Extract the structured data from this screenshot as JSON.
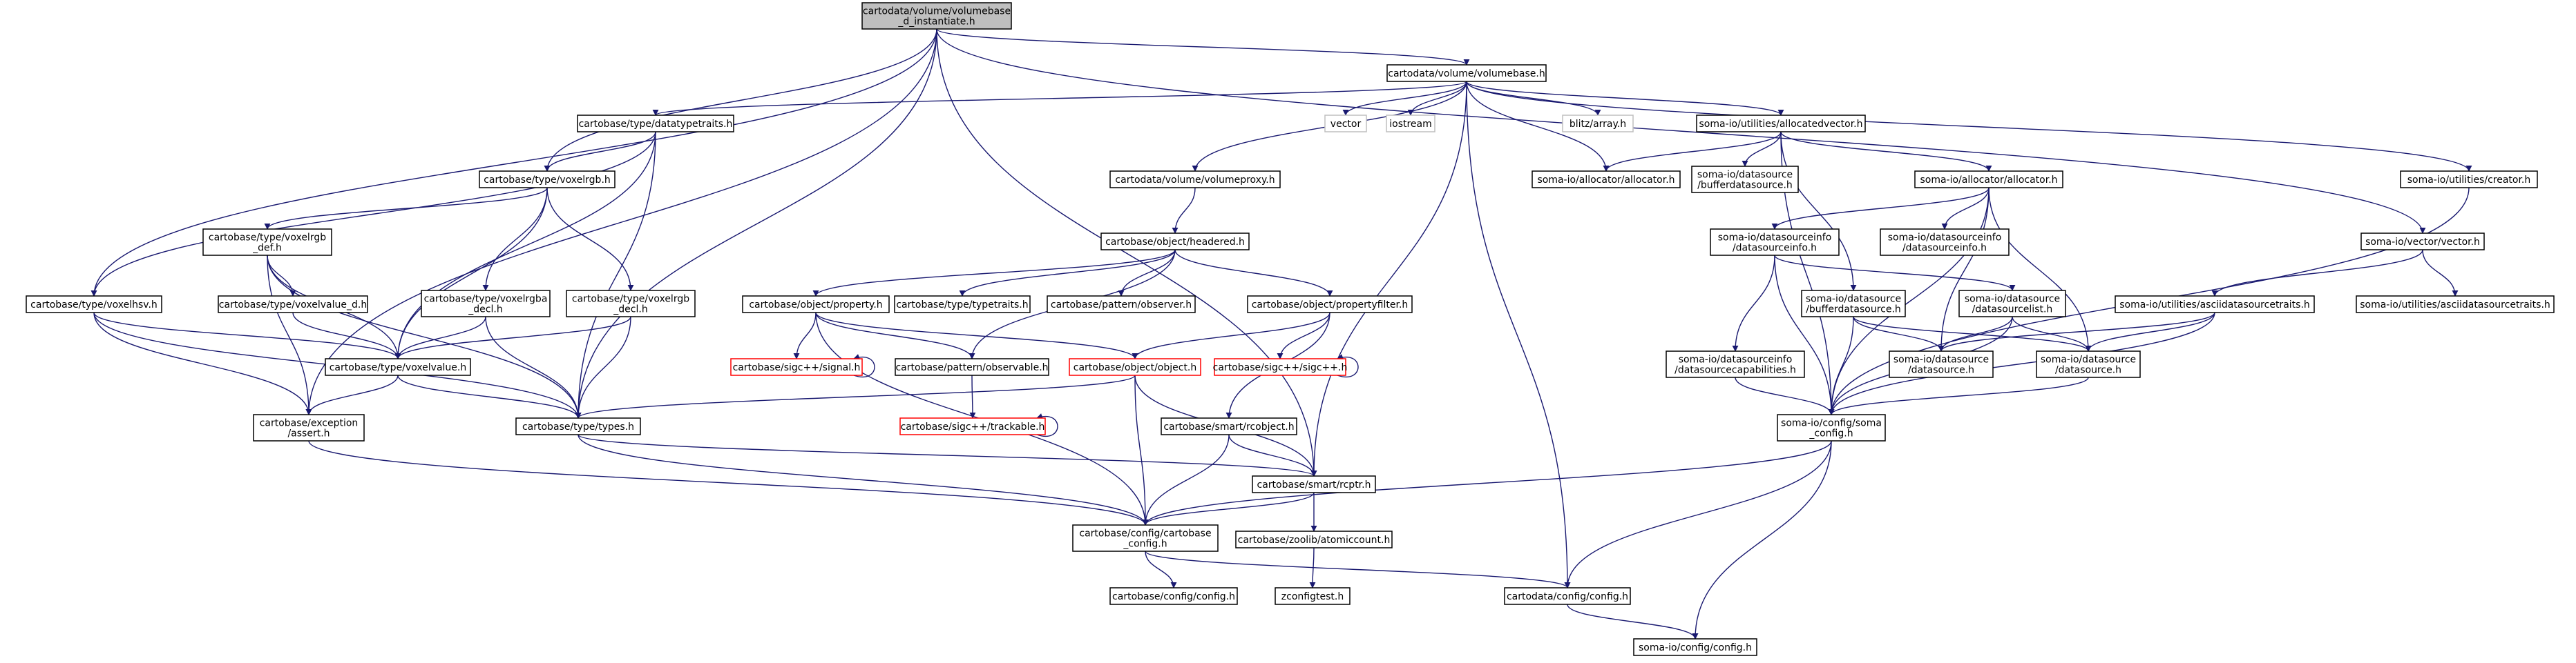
{
  "colors": {
    "edge": "#191970",
    "node_border": "#000000",
    "root_fill": "#bfbfbf",
    "node_fill": "#ffffff",
    "truncated_border": "#ff0000",
    "system_header_border": "#bfbfbf"
  },
  "nodes": [
    {
      "id": "root",
      "lines": [
        "cartodata/volume/volumebase",
        "_d_instantiate.h"
      ],
      "style": "root"
    },
    {
      "id": "volumebase",
      "lines": [
        "cartodata/volume/volumebase.h"
      ],
      "style": "normal"
    },
    {
      "id": "datatypetraits",
      "lines": [
        "cartobase/type/datatypetraits.h"
      ],
      "style": "normal"
    },
    {
      "id": "vector_std",
      "lines": [
        "vector"
      ],
      "style": "system"
    },
    {
      "id": "iostream",
      "lines": [
        "iostream"
      ],
      "style": "system"
    },
    {
      "id": "blitz",
      "lines": [
        "blitz/array.h"
      ],
      "style": "system"
    },
    {
      "id": "allocatedvector",
      "lines": [
        "soma-io/utilities/allocatedvector.h"
      ],
      "style": "normal"
    },
    {
      "id": "creator",
      "lines": [
        "soma-io/utilities/creator.h"
      ],
      "style": "normal"
    },
    {
      "id": "voxelrgb",
      "lines": [
        "cartobase/type/voxelrgb.h"
      ],
      "style": "normal"
    },
    {
      "id": "volumeproxy",
      "lines": [
        "cartodata/volume/volumeproxy.h"
      ],
      "style": "normal"
    },
    {
      "id": "alloc_a",
      "lines": [
        "soma-io/allocator/allocator.h"
      ],
      "style": "normal"
    },
    {
      "id": "bufferds_a",
      "lines": [
        "soma-io/datasource",
        "/bufferdatasource.h"
      ],
      "style": "normal"
    },
    {
      "id": "alloc_b",
      "lines": [
        "soma-io/allocator/allocator.h"
      ],
      "style": "normal"
    },
    {
      "id": "voxelrgb_def",
      "lines": [
        "cartobase/type/voxelrgb",
        "_def.h"
      ],
      "style": "normal"
    },
    {
      "id": "headered",
      "lines": [
        "cartobase/object/headered.h"
      ],
      "style": "normal"
    },
    {
      "id": "dsinfo_a",
      "lines": [
        "soma-io/datasourceinfo",
        "/datasourceinfo.h"
      ],
      "style": "normal"
    },
    {
      "id": "dsinfo_b",
      "lines": [
        "soma-io/datasourceinfo",
        "/datasourceinfo.h"
      ],
      "style": "normal"
    },
    {
      "id": "vectorh",
      "lines": [
        "soma-io/vector/vector.h"
      ],
      "style": "normal"
    },
    {
      "id": "voxelhsv",
      "lines": [
        "cartobase/type/voxelhsv.h"
      ],
      "style": "normal"
    },
    {
      "id": "voxelvalue_d",
      "lines": [
        "cartobase/type/voxelvalue_d.h"
      ],
      "style": "normal"
    },
    {
      "id": "voxelrgba_decl",
      "lines": [
        "cartobase/type/voxelrgba",
        "_decl.h"
      ],
      "style": "normal"
    },
    {
      "id": "voxelrgb_decl",
      "lines": [
        "cartobase/type/voxelrgb",
        "_decl.h"
      ],
      "style": "normal"
    },
    {
      "id": "property",
      "lines": [
        "cartobase/object/property.h"
      ],
      "style": "normal"
    },
    {
      "id": "typetraits",
      "lines": [
        "cartobase/type/typetraits.h"
      ],
      "style": "normal"
    },
    {
      "id": "observer",
      "lines": [
        "cartobase/pattern/observer.h"
      ],
      "style": "normal"
    },
    {
      "id": "propertyfilter",
      "lines": [
        "cartobase/object/propertyfilter.h"
      ],
      "style": "normal"
    },
    {
      "id": "bufferds_b",
      "lines": [
        "soma-io/datasource",
        "/bufferdatasource.h"
      ],
      "style": "normal"
    },
    {
      "id": "dslist",
      "lines": [
        "soma-io/datasource",
        "/datasourcelist.h"
      ],
      "style": "normal"
    },
    {
      "id": "asciitraits",
      "lines": [
        "soma-io/utilities/asciidatasourcetraits.h"
      ],
      "style": "normal"
    },
    {
      "id": "asciitraits2",
      "lines": [
        "soma-io/utilities/asciidatasourcetraits.h"
      ],
      "style": "normal"
    },
    {
      "id": "voxelvalue",
      "lines": [
        "cartobase/type/voxelvalue.h"
      ],
      "style": "normal"
    },
    {
      "id": "signal",
      "lines": [
        "cartobase/sigc++/signal.h"
      ],
      "style": "truncated"
    },
    {
      "id": "observable",
      "lines": [
        "cartobase/pattern/observable.h"
      ],
      "style": "normal"
    },
    {
      "id": "objecth",
      "lines": [
        "cartobase/object/object.h"
      ],
      "style": "truncated"
    },
    {
      "id": "sigc",
      "lines": [
        "cartobase/sigc++/sigc++.h"
      ],
      "style": "truncated"
    },
    {
      "id": "dscap",
      "lines": [
        "soma-io/datasourceinfo",
        "/datasourcecapabilities.h"
      ],
      "style": "normal"
    },
    {
      "id": "datasource_a",
      "lines": [
        "soma-io/datasource",
        "/datasource.h"
      ],
      "style": "normal"
    },
    {
      "id": "datasource_b",
      "lines": [
        "soma-io/datasource",
        "/datasource.h"
      ],
      "style": "normal"
    },
    {
      "id": "assert",
      "lines": [
        "cartobase/exception",
        "/assert.h"
      ],
      "style": "normal"
    },
    {
      "id": "types",
      "lines": [
        "cartobase/type/types.h"
      ],
      "style": "normal"
    },
    {
      "id": "trackable",
      "lines": [
        "cartobase/sigc++/trackable.h"
      ],
      "style": "truncated"
    },
    {
      "id": "rcobject",
      "lines": [
        "cartobase/smart/rcobject.h"
      ],
      "style": "normal"
    },
    {
      "id": "soma_config",
      "lines": [
        "soma-io/config/soma",
        "_config.h"
      ],
      "style": "normal"
    },
    {
      "id": "rcptr",
      "lines": [
        "cartobase/smart/rcptr.h"
      ],
      "style": "normal"
    },
    {
      "id": "atomiccount",
      "lines": [
        "cartobase/zoolib/atomiccount.h"
      ],
      "style": "normal"
    },
    {
      "id": "cartobase_config",
      "lines": [
        "cartobase/config/cartobase",
        "_config.h"
      ],
      "style": "normal"
    },
    {
      "id": "cartobase_configh",
      "lines": [
        "cartobase/config/config.h"
      ],
      "style": "normal"
    },
    {
      "id": "zconfigtest",
      "lines": [
        "zconfigtest.h"
      ],
      "style": "normal"
    },
    {
      "id": "cartodata_config",
      "lines": [
        "cartodata/config/config.h"
      ],
      "style": "normal"
    },
    {
      "id": "somaio_config",
      "lines": [
        "soma-io/config/config.h"
      ],
      "style": "normal"
    }
  ],
  "edges": [
    [
      "root",
      "volumebase"
    ],
    [
      "root",
      "voxelrgb"
    ],
    [
      "root",
      "voxelhsv"
    ],
    [
      "root",
      "types"
    ],
    [
      "root",
      "assert"
    ],
    [
      "root",
      "vectorh"
    ],
    [
      "root",
      "rcptr"
    ],
    [
      "volumebase",
      "datatypetraits"
    ],
    [
      "volumebase",
      "vector_std"
    ],
    [
      "volumebase",
      "iostream"
    ],
    [
      "volumebase",
      "blitz"
    ],
    [
      "volumebase",
      "allocatedvector"
    ],
    [
      "volumebase",
      "creator"
    ],
    [
      "volumebase",
      "volumeproxy"
    ],
    [
      "volumebase",
      "alloc_a"
    ],
    [
      "volumebase",
      "rcptr"
    ],
    [
      "volumebase",
      "cartodata_config"
    ],
    [
      "datatypetraits",
      "voxelrgb"
    ],
    [
      "datatypetraits",
      "voxelhsv"
    ],
    [
      "datatypetraits",
      "voxelvalue"
    ],
    [
      "datatypetraits",
      "types"
    ],
    [
      "allocatedvector",
      "alloc_a"
    ],
    [
      "allocatedvector",
      "bufferds_a"
    ],
    [
      "allocatedvector",
      "alloc_b"
    ],
    [
      "allocatedvector",
      "bufferds_b"
    ],
    [
      "allocatedvector",
      "soma_config"
    ],
    [
      "creator",
      "soma_config"
    ],
    [
      "voxelrgb",
      "voxelrgb_def"
    ],
    [
      "voxelrgb",
      "voxelrgba_decl"
    ],
    [
      "voxelrgb",
      "voxelrgb_decl"
    ],
    [
      "voxelrgb",
      "voxelvalue"
    ],
    [
      "volumeproxy",
      "headered"
    ],
    [
      "alloc_b",
      "dsinfo_a"
    ],
    [
      "alloc_b",
      "dsinfo_b"
    ],
    [
      "alloc_b",
      "datasource_a"
    ],
    [
      "alloc_b",
      "datasource_b"
    ],
    [
      "alloc_b",
      "soma_config"
    ],
    [
      "voxelrgb_def",
      "voxelvalue_d"
    ],
    [
      "voxelrgb_def",
      "voxelvalue"
    ],
    [
      "voxelrgb_def",
      "types"
    ],
    [
      "voxelrgb_def",
      "assert"
    ],
    [
      "headered",
      "property"
    ],
    [
      "headered",
      "typetraits"
    ],
    [
      "headered",
      "observer"
    ],
    [
      "headered",
      "propertyfilter"
    ],
    [
      "headered",
      "observable"
    ],
    [
      "dsinfo_a",
      "dscap"
    ],
    [
      "dsinfo_a",
      "dslist"
    ],
    [
      "dsinfo_a",
      "soma_config"
    ],
    [
      "vectorh",
      "asciitraits"
    ],
    [
      "vectorh",
      "asciitraits2"
    ],
    [
      "voxelhsv",
      "voxelvalue"
    ],
    [
      "voxelhsv",
      "types"
    ],
    [
      "voxelhsv",
      "assert"
    ],
    [
      "voxelvalue_d",
      "voxelvalue"
    ],
    [
      "voxelrgba_decl",
      "voxelvalue"
    ],
    [
      "voxelrgba_decl",
      "types"
    ],
    [
      "voxelrgb_decl",
      "voxelvalue"
    ],
    [
      "voxelrgb_decl",
      "types"
    ],
    [
      "property",
      "signal"
    ],
    [
      "property",
      "observable"
    ],
    [
      "property",
      "objecth"
    ],
    [
      "property",
      "cartobase_config"
    ],
    [
      "propertyfilter",
      "objecth"
    ],
    [
      "propertyfilter",
      "sigc"
    ],
    [
      "propertyfilter",
      "rcobject"
    ],
    [
      "bufferds_b",
      "datasource_a"
    ],
    [
      "bufferds_b",
      "datasource_b"
    ],
    [
      "bufferds_b",
      "soma_config"
    ],
    [
      "dslist",
      "datasource_a"
    ],
    [
      "dslist",
      "datasource_b"
    ],
    [
      "dslist",
      "soma_config"
    ],
    [
      "asciitraits",
      "datasource_a"
    ],
    [
      "asciitraits",
      "datasource_b"
    ],
    [
      "asciitraits",
      "soma_config"
    ],
    [
      "voxelvalue",
      "types"
    ],
    [
      "voxelvalue",
      "assert"
    ],
    [
      "signal",
      "signal"
    ],
    [
      "sigc",
      "sigc"
    ],
    [
      "trackable",
      "trackable"
    ],
    [
      "observable",
      "trackable"
    ],
    [
      "objecth",
      "types"
    ],
    [
      "objecth",
      "rcptr"
    ],
    [
      "objecth",
      "cartobase_config"
    ],
    [
      "dscap",
      "soma_config"
    ],
    [
      "datasource_b",
      "soma_config"
    ],
    [
      "assert",
      "cartobase_config"
    ],
    [
      "types",
      "rcptr"
    ],
    [
      "types",
      "cartobase_config"
    ],
    [
      "rcobject",
      "rcptr"
    ],
    [
      "rcobject",
      "cartobase_config"
    ],
    [
      "soma_config",
      "cartobase_config"
    ],
    [
      "soma_config",
      "cartodata_config"
    ],
    [
      "soma_config",
      "somaio_config"
    ],
    [
      "rcptr",
      "atomiccount"
    ],
    [
      "rcptr",
      "cartobase_config"
    ],
    [
      "atomiccount",
      "zconfigtest"
    ],
    [
      "cartobase_config",
      "cartobase_configh"
    ],
    [
      "cartobase_config",
      "cartodata_config"
    ],
    [
      "cartodata_config",
      "somaio_config"
    ]
  ]
}
